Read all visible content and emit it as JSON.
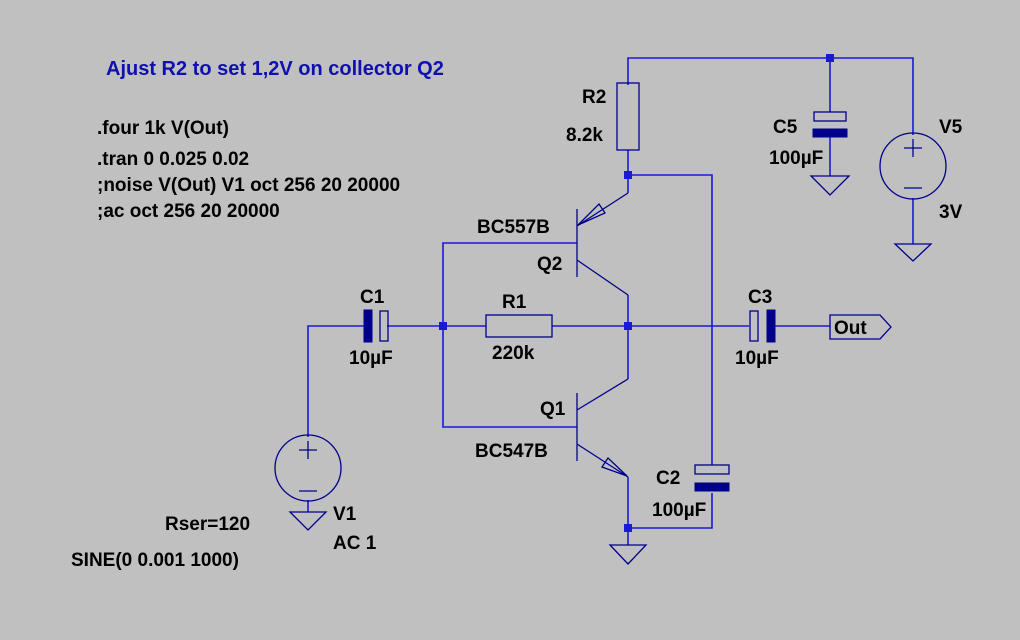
{
  "schematic": {
    "comment": "Ajust R2 to set 1,2V on collector Q2",
    "directives": [
      ".four 1k V(Out)",
      ".tran 0 0.025 0.02",
      ";noise V(Out) V1 oct 256 20 20000",
      ";ac oct 256 20 20000"
    ],
    "components": {
      "R1": {
        "name": "R1",
        "value": "220k"
      },
      "R2": {
        "name": "R2",
        "value": "8.2k"
      },
      "C1": {
        "name": "C1",
        "value": "10µF"
      },
      "C2": {
        "name": "C2",
        "value": "100µF"
      },
      "C3": {
        "name": "C3",
        "value": "10µF"
      },
      "C5": {
        "name": "C5",
        "value": "100µF"
      },
      "Q1": {
        "name": "Q1",
        "model": "BC547B"
      },
      "Q2": {
        "name": "Q2",
        "model": "BC557B"
      },
      "V1": {
        "name": "V1",
        "value": "AC 1",
        "rser": "Rser=120",
        "source": "SINE(0 0.001 1000)"
      },
      "V5": {
        "name": "V5",
        "value": "3V"
      }
    },
    "net_labels": {
      "out": "Out"
    },
    "symbols": {
      "plus": "+",
      "minus": "−"
    },
    "colors": {
      "background": "#c0c0c0",
      "wire": "#1a1ad6",
      "symbol": "#00008b",
      "comment": "#1010b0",
      "text": "#000000"
    }
  }
}
